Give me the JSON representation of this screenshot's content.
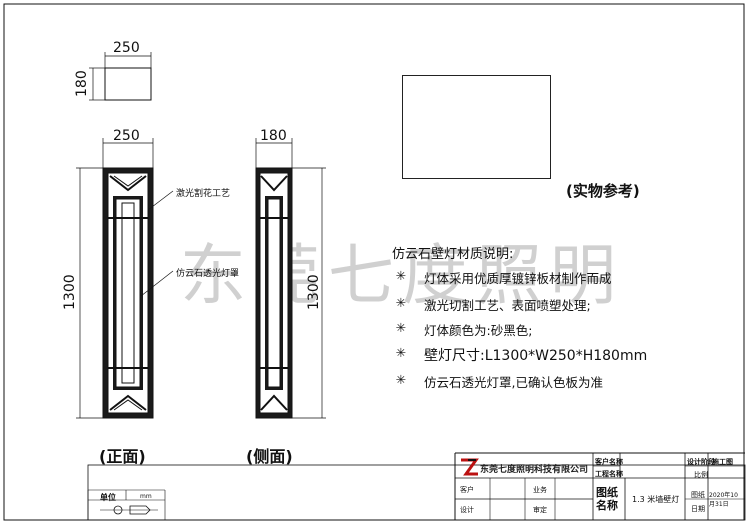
{
  "drawing": {
    "top_view": {
      "width_label": "250",
      "depth_label": "180"
    },
    "front_view": {
      "width_label": "250",
      "height_label": "1300",
      "caption": "(正面)"
    },
    "side_view": {
      "width_label": "180",
      "height_label": "1300",
      "caption": "(侧面)"
    },
    "callouts": [
      "激光割花工艺",
      "仿云石透光灯罩"
    ]
  },
  "photo": {
    "caption": "(实物参考)"
  },
  "watermark": "东莞七度照明",
  "spec": {
    "title": "仿云石壁灯材质说明:",
    "star": "✳",
    "items": [
      "灯体采用优质厚镀锌板材制作而成",
      "激光切割工艺、表面喷塑处理;",
      "灯体颜色为:砂黑色;",
      "壁灯尺寸:L1300*W250*H180mm",
      "仿云石透光灯罩,已确认色板为准"
    ]
  },
  "title_block": {
    "company": "东莞七度照明科技有限公司",
    "customer_label": "客户",
    "business_label": "业务",
    "design_label": "设计",
    "review_label": "审定",
    "drawing_name_label": "图纸名称",
    "drawing_name": "1.3 米墙壁灯",
    "stage_label": "设计阶段",
    "stage_value": "施工图",
    "scale_label": "比例",
    "drawing_no_label": "图纸",
    "date_label": "日期",
    "date_value": "2020年10月31日",
    "header_a": "客户名称",
    "header_b": "工程名称",
    "unit_label": "单位",
    "unit_value": "mm"
  }
}
